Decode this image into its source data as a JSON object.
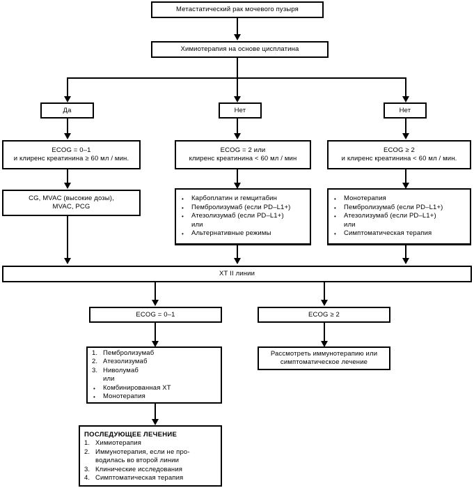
{
  "diagram": {
    "title": "Метастатический рак мочевого пузыря",
    "nodes": {
      "root": "Метастатический рак мочевого пузыря",
      "chemo": "Химиотерапия на основе цисплатина",
      "branch_yes": "Да",
      "branch_no_mid": "Нет",
      "branch_no_right": "Нет",
      "ecog_left_l1": "ECOG = 0–1",
      "ecog_left_l2": "и клиренс креатинина ≥ 60 мл / мин.",
      "ecog_mid_l1": "ECOG = 2 или",
      "ecog_mid_l2": "клиренс креатинина < 60 мл / мин",
      "ecog_right_l1": "ECOG ≥ 2",
      "ecog_right_l2": "и клиренс креатинина < 60 мл / мин.",
      "regimen_left_l1": "CG, MVAC (высокие дозы),",
      "regimen_left_l2": "MVAC, PCG",
      "second_line": "ХТ II линии",
      "ecog_second_left": "ECOG = 0–1",
      "ecog_second_right": "ECOG ≥ 2",
      "immuno_or_supportive_l1": "Рассмотреть иммунотерапию или",
      "immuno_or_supportive_l2": "симптоматическое лечение",
      "subsequent_header": "ПОСЛЕДУЮЩЕЕ ЛЕЧЕНИЕ"
    },
    "regimen_mid_items": [
      {
        "marker": "•",
        "text": "Карбоплатин и гемцитабин",
        "type": "bullet"
      },
      {
        "marker": "•",
        "text": "Пембролизумаб (если PD–L1+)",
        "type": "bullet"
      },
      {
        "marker": "•",
        "text": "Атезолизумаб (если PD–L1+)",
        "type": "bullet"
      },
      {
        "marker": "",
        "text": "или",
        "type": "plain"
      },
      {
        "marker": "•",
        "text": "Альтернативные режимы",
        "type": "bullet"
      }
    ],
    "regimen_right_items": [
      {
        "marker": "•",
        "text": "Монотерапия",
        "type": "bullet"
      },
      {
        "marker": "•",
        "text": "Пембролизумаб (если PD–L1+)",
        "type": "bullet"
      },
      {
        "marker": "•",
        "text": "Атезолизумаб (если PD–L1+)",
        "type": "bullet"
      },
      {
        "marker": "",
        "text": "или",
        "type": "plain"
      },
      {
        "marker": "•",
        "text": "Симптоматическая терапия",
        "type": "bullet"
      }
    ],
    "second_line_options": [
      {
        "marker": "1.",
        "text": "Пембролизумаб",
        "type": "number"
      },
      {
        "marker": "2.",
        "text": "Атезолизумаб",
        "type": "number"
      },
      {
        "marker": "3.",
        "text": "Ниволумаб",
        "type": "number"
      },
      {
        "marker": "",
        "text": "или",
        "type": "plain"
      },
      {
        "marker": "•",
        "text": "Комбинированная ХТ",
        "type": "bullet"
      },
      {
        "marker": "•",
        "text": "Монотерапия",
        "type": "bullet"
      }
    ],
    "subsequent_items": [
      {
        "marker": "1.",
        "text": "Химиотерапия",
        "type": "number"
      },
      {
        "marker": "2.",
        "text": "Иммунотерапия, если не про-",
        "type": "number"
      },
      {
        "marker": "",
        "text": "водилась во второй линии",
        "type": "plain"
      },
      {
        "marker": "3.",
        "text": "Клинические исследования",
        "type": "number"
      },
      {
        "marker": "4.",
        "text": "Симптоматическая терапия",
        "type": "number"
      }
    ],
    "colors": {
      "stroke": "#000000",
      "fill": "#ffffff",
      "text": "#000000"
    }
  }
}
